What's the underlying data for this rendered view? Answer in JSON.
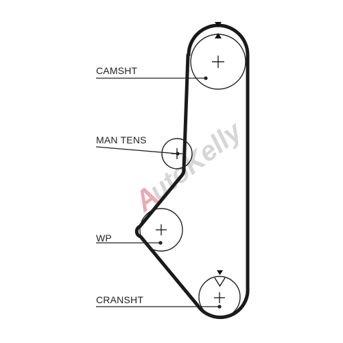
{
  "diagram": {
    "labels": {
      "camshaft": "CAMSHT",
      "manual_tensioner": "MAN TENS",
      "water_pump": "WP",
      "crankshaft": "CRANSHT"
    },
    "watermark": {
      "text": "AutoKelly",
      "color_accent": "#e07a8a",
      "color_main": "#c8c8c8"
    },
    "colors": {
      "belt": "#1a1a1a",
      "outline": "#222222",
      "background": "#ffffff"
    }
  }
}
